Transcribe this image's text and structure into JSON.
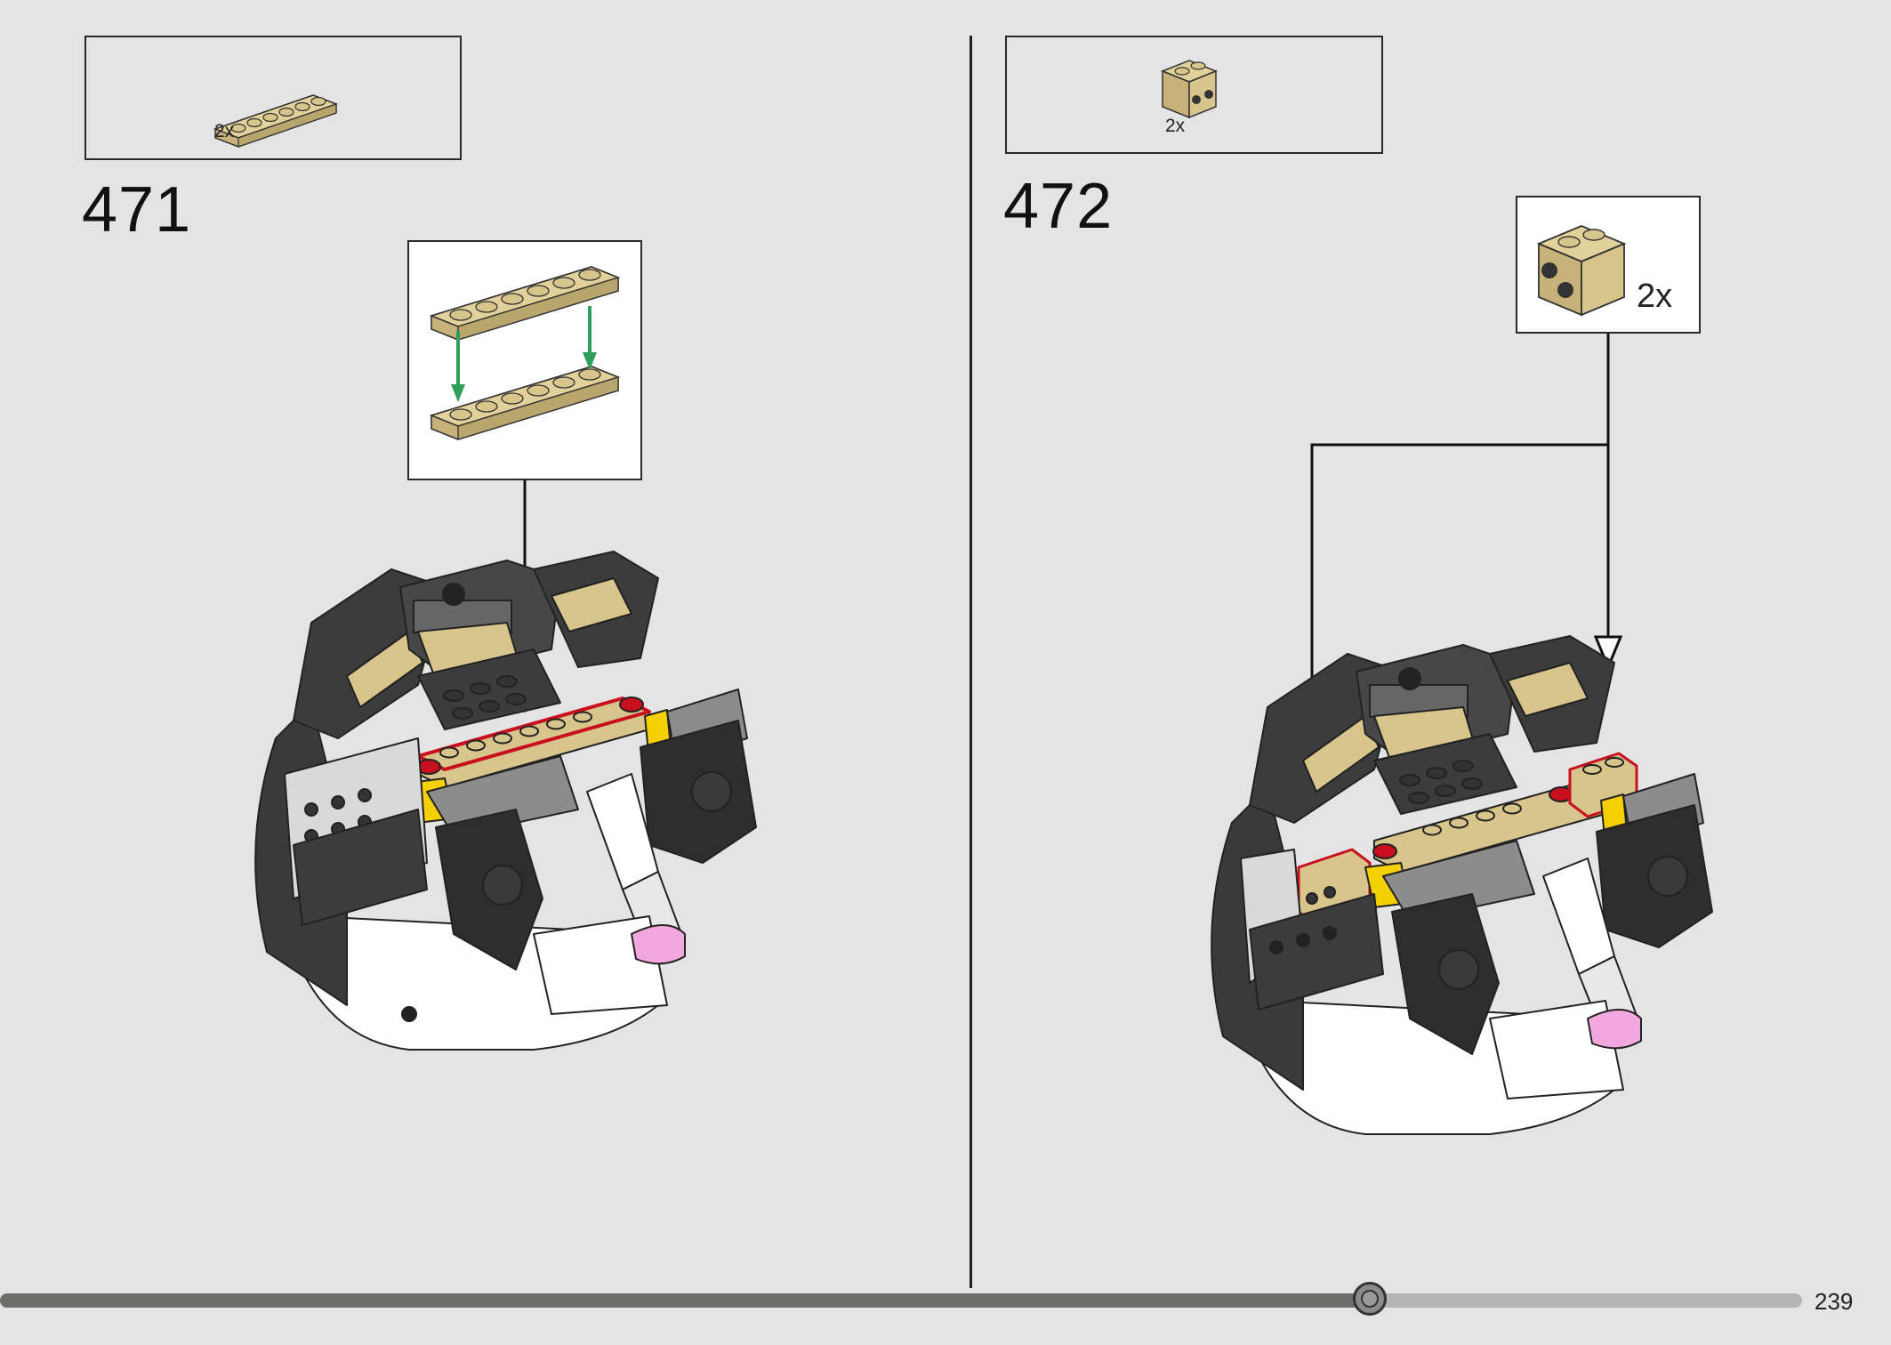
{
  "left_step": {
    "number": "471",
    "parts": [
      {
        "quantity": "2x",
        "part_icon": "tan-plate-1x6-icon"
      }
    ],
    "callout": {
      "icon": "plate-stack-icon"
    }
  },
  "right_step": {
    "number": "472",
    "parts": [
      {
        "quantity": "2x",
        "part_icon": "tan-brick-1x2-side-studs-icon"
      }
    ],
    "callout": {
      "quantity": "2x",
      "icon": "tan-brick-1x2-side-studs-icon"
    }
  },
  "progress": {
    "fraction": 0.76
  },
  "page_number": "239",
  "colors": {
    "background": "#e4e4e4",
    "tan": "#d8c58c",
    "dark_gray": "#3c3c3c",
    "red": "#c8101e",
    "yellow": "#f5d000",
    "pink": "#f2a8de",
    "arrow_green": "#2e9e5a"
  }
}
